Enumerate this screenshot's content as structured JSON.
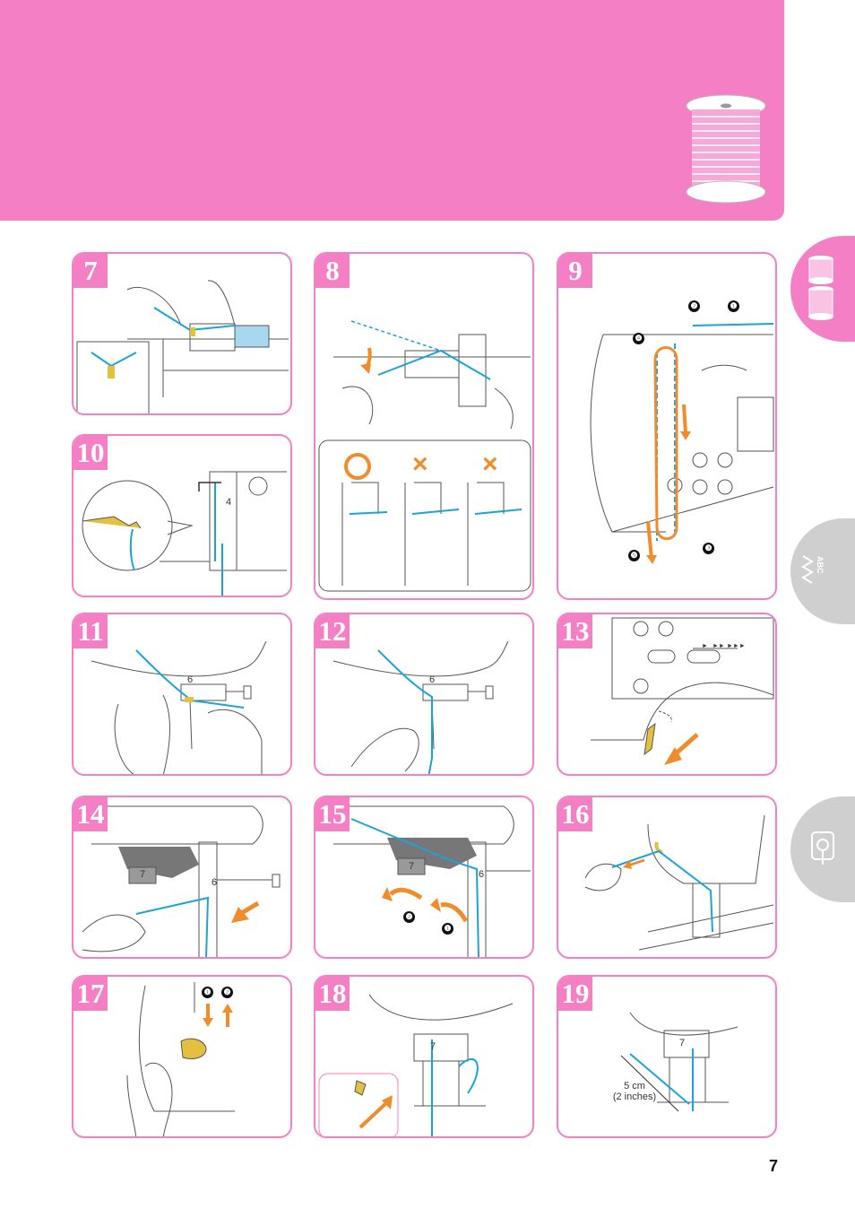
{
  "page": {
    "number": "7"
  },
  "colors": {
    "accent": "#f47fc5",
    "thread": "#1aa4dc",
    "arrow": "#f08c2c",
    "tab_inactive": "#cfcfcf"
  },
  "side_tabs": {
    "tab1_icon": "thread-spools-icon",
    "tab2_text": "ABC",
    "tab2_icon": "stitch-patterns-icon",
    "tab3_icon": "embroidery-icon"
  },
  "steps": [
    {
      "number": "7"
    },
    {
      "number": "8",
      "symbols": [
        "○",
        "×",
        "×"
      ]
    },
    {
      "number": "9",
      "callouts": [
        "❷",
        "❶",
        "❹",
        "❺",
        "❸"
      ]
    },
    {
      "number": "10",
      "label": "4"
    },
    {
      "number": "11",
      "label": "6"
    },
    {
      "number": "12",
      "label": "6"
    },
    {
      "number": "13",
      "speed_labels": [
        "►",
        "►►",
        "►►►"
      ]
    },
    {
      "number": "14",
      "labels": [
        "7",
        "6"
      ]
    },
    {
      "number": "15",
      "labels": [
        "7",
        "6"
      ],
      "callouts": [
        "❷",
        "❶"
      ]
    },
    {
      "number": "16"
    },
    {
      "number": "17",
      "callouts": [
        "❶",
        "❷"
      ]
    },
    {
      "number": "18",
      "label": "7"
    },
    {
      "number": "19",
      "label": "7",
      "measure_line1": "5 cm",
      "measure_line2": "(2 inches)"
    }
  ]
}
